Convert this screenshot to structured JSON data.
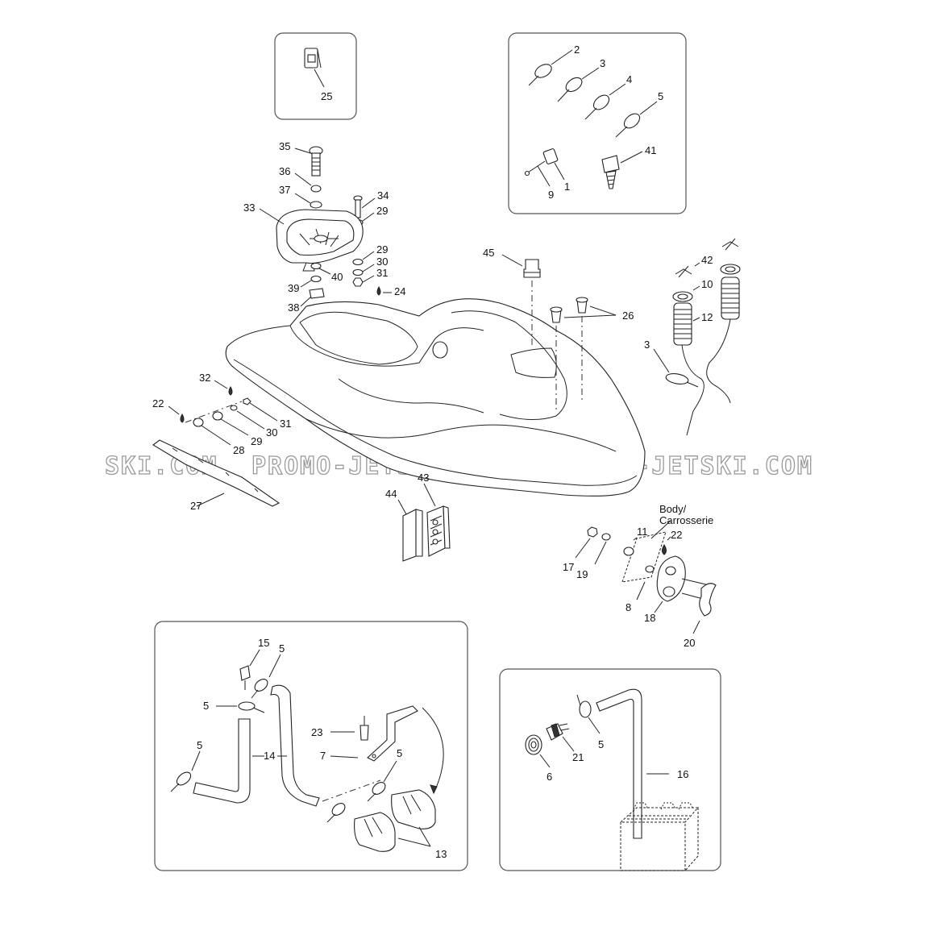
{
  "watermark": {
    "left": "SKI.COM",
    "middle": "PROMO-JETSKI.COM",
    "right": "PROMO-JETSKI.COM"
  },
  "callouts": {
    "p25": "25",
    "p2": "2",
    "p3a": "3",
    "p4": "4",
    "p5a": "5",
    "p41": "41",
    "p9": "9",
    "p1": "1",
    "p35": "35",
    "p36": "36",
    "p37": "37",
    "p34": "34",
    "p33": "33",
    "p29a": "29",
    "p29b": "29",
    "p30a": "30",
    "p31a": "31",
    "p40": "40",
    "p24": "24",
    "p39": "39",
    "p38": "38",
    "p45": "45",
    "p26": "26",
    "p42": "42",
    "p10": "10",
    "p12": "12",
    "p3b": "3",
    "p32": "32",
    "p22a": "22",
    "p31b": "31",
    "p30b": "30",
    "p29c": "29",
    "p28": "28",
    "p27": "27",
    "p43": "43",
    "p44": "44",
    "p11": "11",
    "p22b": "22",
    "p17": "17",
    "p19": "19",
    "p8": "8",
    "p18": "18",
    "p20": "20",
    "p15": "15",
    "p5b": "5",
    "p5c": "5",
    "p5d": "5",
    "p14": "14",
    "p23": "23",
    "p7": "7",
    "p5e": "5",
    "p13": "13",
    "p5f": "5",
    "p21": "21",
    "p6": "6",
    "p16": "16"
  },
  "body_label": {
    "line1": "Body/",
    "line2": "Carrosserie"
  }
}
